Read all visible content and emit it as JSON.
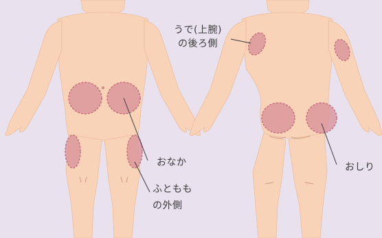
{
  "colors": {
    "background": "#e9e1ee",
    "skin": "#f8d3b8",
    "skin_shadow": "#ecbd9d",
    "injection_site_fill": "#d98f98",
    "injection_site_border": "#c46b79",
    "leader_line": "#3a3a3a",
    "text": "#3a3a3a"
  },
  "diagram": {
    "front_figure": {
      "sites": [
        "abdomen-left",
        "abdomen-right",
        "thigh-left",
        "thigh-right"
      ]
    },
    "back_figure": {
      "sites": [
        "upper-arm-left",
        "upper-arm-right",
        "buttock-left",
        "buttock-right"
      ]
    }
  },
  "labels": {
    "upper_arm": {
      "line1": "うで(上腕)",
      "line2": "の後ろ側"
    },
    "abdomen": "おなか",
    "thigh": {
      "line1": "ふともも",
      "line2": "の外側"
    },
    "buttocks": "おしり"
  }
}
